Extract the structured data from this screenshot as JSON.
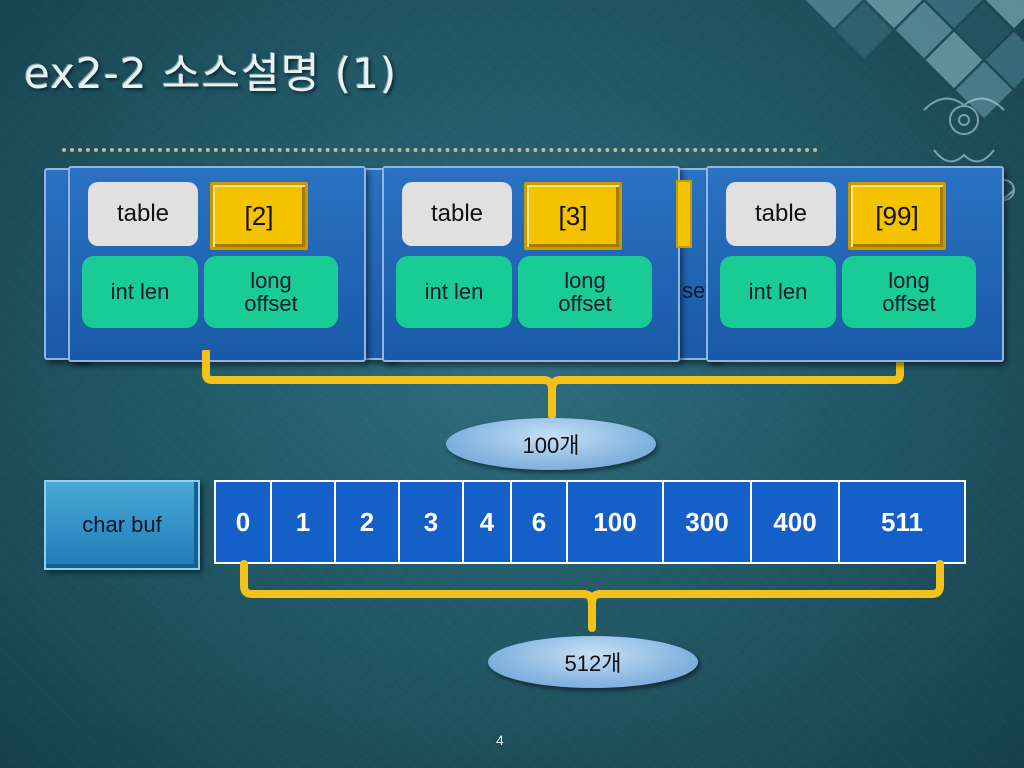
{
  "slide": {
    "title": "ex2-2 소스설명 (1)",
    "page_number": "4"
  },
  "records": [
    {
      "table_label": "table",
      "index_label": "[2]",
      "len_label": "int len",
      "offset_label": "long\noffset"
    },
    {
      "table_label": "table",
      "index_label": "[3]",
      "len_label": "int len",
      "offset_label": "long\noffset"
    },
    {
      "table_label": "table",
      "index_label": "[99]",
      "len_label": "int len",
      "offset_label": "long\noffset"
    }
  ],
  "partial_text": {
    "hidden_offset_fragment": "set"
  },
  "records_count_label": "100개",
  "buffer": {
    "label": "char buf",
    "cells": [
      "0",
      "1",
      "2",
      "3",
      "4",
      "6",
      "100",
      "300",
      "400",
      "511"
    ],
    "count_label": "512개"
  },
  "colors": {
    "accent_yellow": "#f5c200",
    "bracket_yellow": "#f2c21a",
    "panel_blue": "#1a5aa8",
    "chip_green": "#19cc96",
    "buffer_blue": "#1560c8"
  }
}
